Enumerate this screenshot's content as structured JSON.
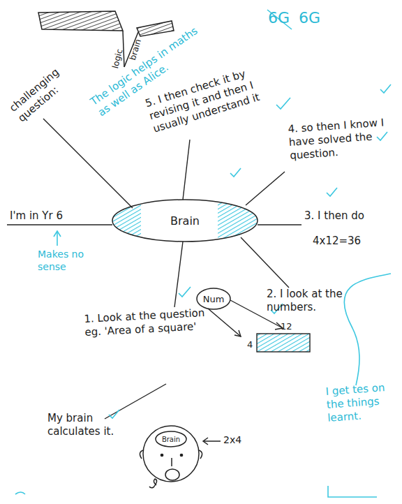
{
  "diagram": {
    "nodes": [
      {
        "text": [
          "Brain"
        ]
      },
      {
        "text": [
          "Num"
        ]
      },
      {
        "text": [
          "Brain"
        ]
      }
    ],
    "labels": [
      "6G",
      "6G",
      "challenging question:",
      "logic",
      "brain",
      "The logic helps in maths as well as Alice.",
      "5. I then check it by revising it and then I usually understand it",
      "4. so then I know I have solved the question.",
      "3. I then do",
      "4x12=36",
      "I'm in Yr 6",
      "Makes no sense",
      "2. I look at the numbers.",
      "4",
      "12",
      "1. Look at the question eg. 'Area of a square'",
      "My brain calculates it.",
      "2x4",
      "I get tes on the things learnt."
    ]
  }
}
